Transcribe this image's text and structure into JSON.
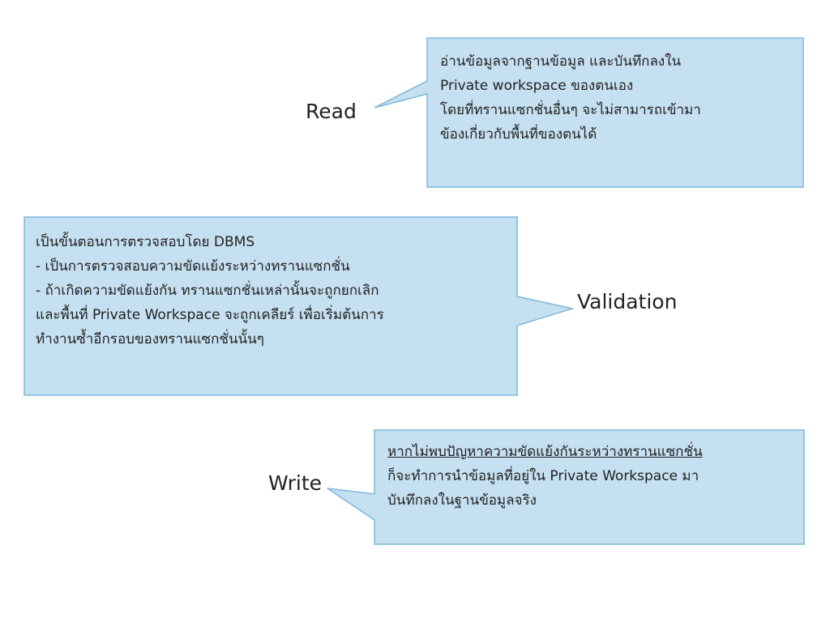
{
  "colors": {
    "callout_fill": "#c5e0f0",
    "callout_stroke": "#7fb7d9",
    "text": "#222222"
  },
  "read": {
    "label": "Read",
    "lines": [
      "อ่านข้อมูลจากฐานข้อมูล และบันทึกลงใน",
      "Private workspace ของตนเอง",
      "โดยที่ทรานแซกชั่นอื่นๆ จะไม่สามารถเข้ามา",
      "ข้องเกี่ยวกับพื้นที่ของตนได้"
    ]
  },
  "validation": {
    "label": "Validation",
    "lines": [
      "เป็นขั้นตอนการตรวจสอบโดย DBMS",
      "- เป็นการตรวจสอบความขัดแย้งระหว่างทรานแซกชั่น",
      "- ถ้าเกิดความขัดแย้งกัน ทรานแซกชั่นเหล่านั้นจะถูกยกเลิก",
      "และพื้นที่ Private Workspace จะถูกเคลียร์ เพื่อเริ่มต้นการ",
      "ทำงานซ้ำอีกรอบของทรานแซกชั่นนั้นๆ"
    ]
  },
  "write": {
    "label": "Write",
    "lines": [
      "หากไม่พบปัญหาความขัดแย้งกันระหว่างทรานแซกชั่น",
      "ก็จะทำการนำข้อมูลที่อยู่ใน Private Workspace มา",
      "บันทึกลงในฐานข้อมูลจริง"
    ]
  }
}
